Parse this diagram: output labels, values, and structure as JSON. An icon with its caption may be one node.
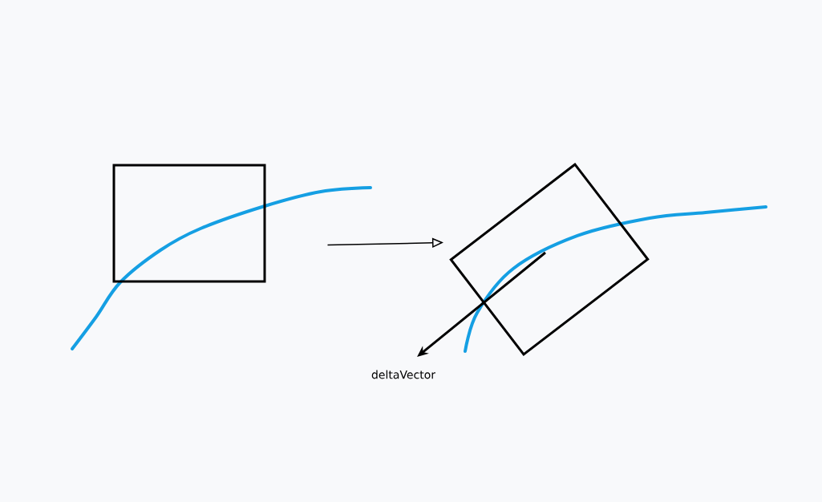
{
  "diagram": {
    "nodes": [
      {
        "text": [],
        "shape": "box"
      },
      {
        "text": [],
        "shape": "box"
      }
    ],
    "edges": [
      {
        "from": 0,
        "to": 1,
        "arrow": "to"
      }
    ],
    "labels": [
      "deltaVector"
    ]
  }
}
